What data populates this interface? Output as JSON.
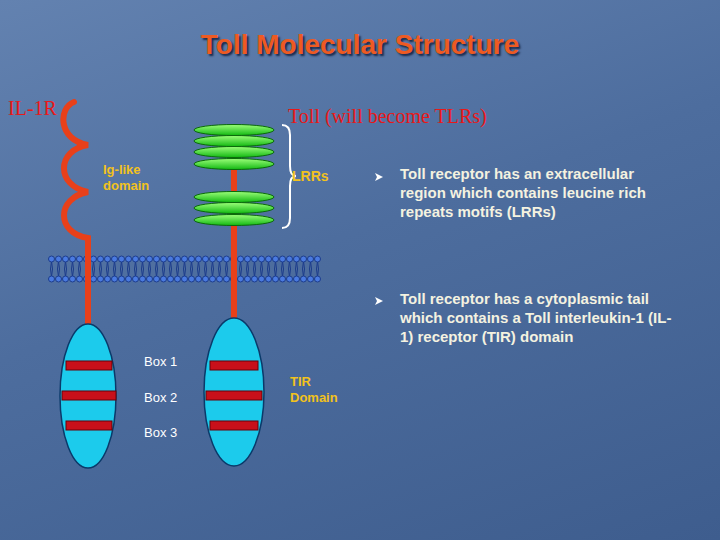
{
  "diagram": {
    "title": "Toll Molecular Structure",
    "labels": [
      "IL-1R",
      "Ig-like domain",
      "Toll (will become TLRs)",
      "LRRs",
      "Box 1",
      "Box 2",
      "Box 3",
      "TIR Domain",
      "Toll receptor has an extracellular region which contains leucine rich repeats motifs (LRRs)",
      "Toll receptor has a cytoplasmic tail which contains a Toll interleukin-1 (IL-1) receptor (TIR) domain"
    ]
  }
}
